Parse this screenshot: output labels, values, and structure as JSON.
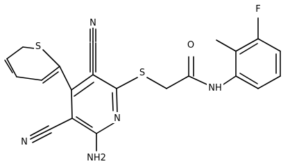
{
  "molecule": {
    "atoms": {
      "S_thiophene": "S",
      "S_thioether": "S",
      "O_carbonyl": "O",
      "F": "F",
      "N_ring": "N",
      "N_amide": "NH",
      "N_cyano_top": "N",
      "N_cyano_left": "N",
      "N_amino": "NH2"
    }
  }
}
